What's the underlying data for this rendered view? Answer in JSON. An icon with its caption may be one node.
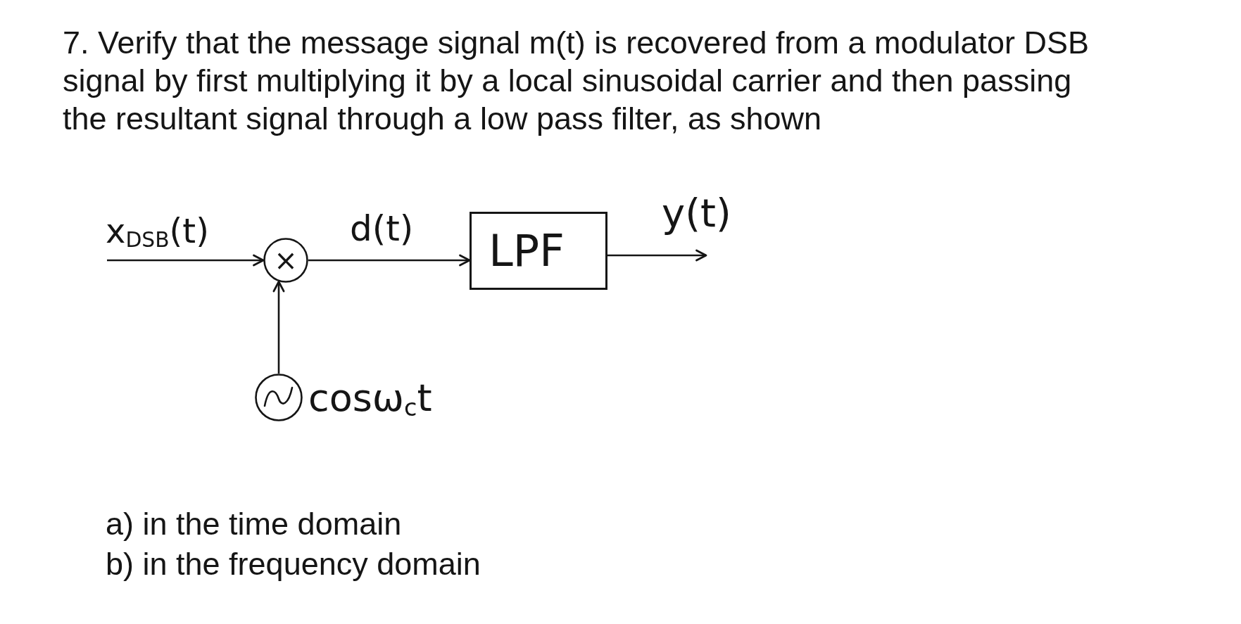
{
  "diagram": {
    "title": "7. Verify that the message signal m(t) is recovered from a modulator DSB signal by first multiplying it by a local sinusoidal carrier and then passing the resultant signal through a low pass filter, as shown",
    "nodes": [
      {
        "text": [
          "×"
        ]
      },
      {
        "text": [
          "LPF"
        ]
      },
      {
        "text": [],
        "shape": "circle",
        "beside": [
          "cosω$_{c}$t"
        ]
      }
    ],
    "edges": [
      {
        "from": null,
        "to": 0,
        "arrow": "to",
        "label": "x$_{DSB}$(t)"
      },
      {
        "from": 0,
        "to": 1,
        "arrow": "to",
        "label": "d(t)"
      },
      {
        "from": 1,
        "to": null,
        "arrow": "to",
        "label": "y(t)"
      },
      {
        "from": 2,
        "to": 0,
        "arrow": "to"
      }
    ],
    "labels": [
      "a) in the time domain",
      "b) in the frequency domain"
    ]
  }
}
